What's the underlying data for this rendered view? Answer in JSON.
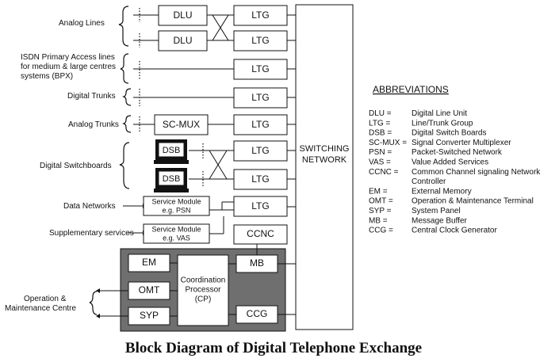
{
  "title": "Block Diagram of Digital Telephone Exchange",
  "left_labels": {
    "analog_lines": "Analog Lines",
    "isdn_line1": "ISDN Primary Access lines",
    "isdn_line2": "for medium & large centres",
    "isdn_line3": "systems (BPX)",
    "digital_trunks": "Digital Trunks",
    "analog_trunks": "Analog Trunks",
    "digital_switchboards": "Digital Switchboards",
    "data_networks": "Data Networks",
    "supplementary_services": "Supplementary services",
    "om_centre_line1": "Operation &",
    "om_centre_line2": "Maintenance Centre"
  },
  "boxes": {
    "dlu": "DLU",
    "ltg": "LTG",
    "sc_mux": "SC-MUX",
    "dsb": "DSB",
    "service_module": "Service Module",
    "sm_psn": "e.g. PSN",
    "sm_vas": "e.g. VAS",
    "ccnc": "CCNC",
    "switching_line1": "SWITCHING",
    "switching_line2": "NETWORK",
    "em": "EM",
    "omt": "OMT",
    "syp": "SYP",
    "cp_line1": "Coordination",
    "cp_line2": "Processor",
    "cp_line3": "(CP)",
    "mb": "MB",
    "ccg": "CCG"
  },
  "abbreviations": {
    "heading": "ABBREVIATIONS",
    "items": [
      {
        "key": "DLU =",
        "value": "Digital Line Unit"
      },
      {
        "key": "LTG =",
        "value": "Line/Trunk Group"
      },
      {
        "key": "DSB =",
        "value": "Digital Switch Boards"
      },
      {
        "key": "SC-MUX =",
        "value": "Signal Converter Multiplexer"
      },
      {
        "key": "PSN =",
        "value": "Packet-Switched Network"
      },
      {
        "key": "VAS =",
        "value": "Value Added Services"
      },
      {
        "key": "CCNC =",
        "value": "Common Channel signaling Network"
      },
      {
        "key": "",
        "value": "Controller"
      },
      {
        "key": "EM =",
        "value": "External Memory"
      },
      {
        "key": "OMT =",
        "value": "Operation & Maintenance Terminal"
      },
      {
        "key": "SYP =",
        "value": "System Panel"
      },
      {
        "key": "MB =",
        "value": "Message Buffer"
      },
      {
        "key": "CCG =",
        "value": "Central Clock Generator"
      }
    ]
  },
  "colors": {
    "processor_block": "#6f6f6f",
    "ink": "#111111"
  }
}
